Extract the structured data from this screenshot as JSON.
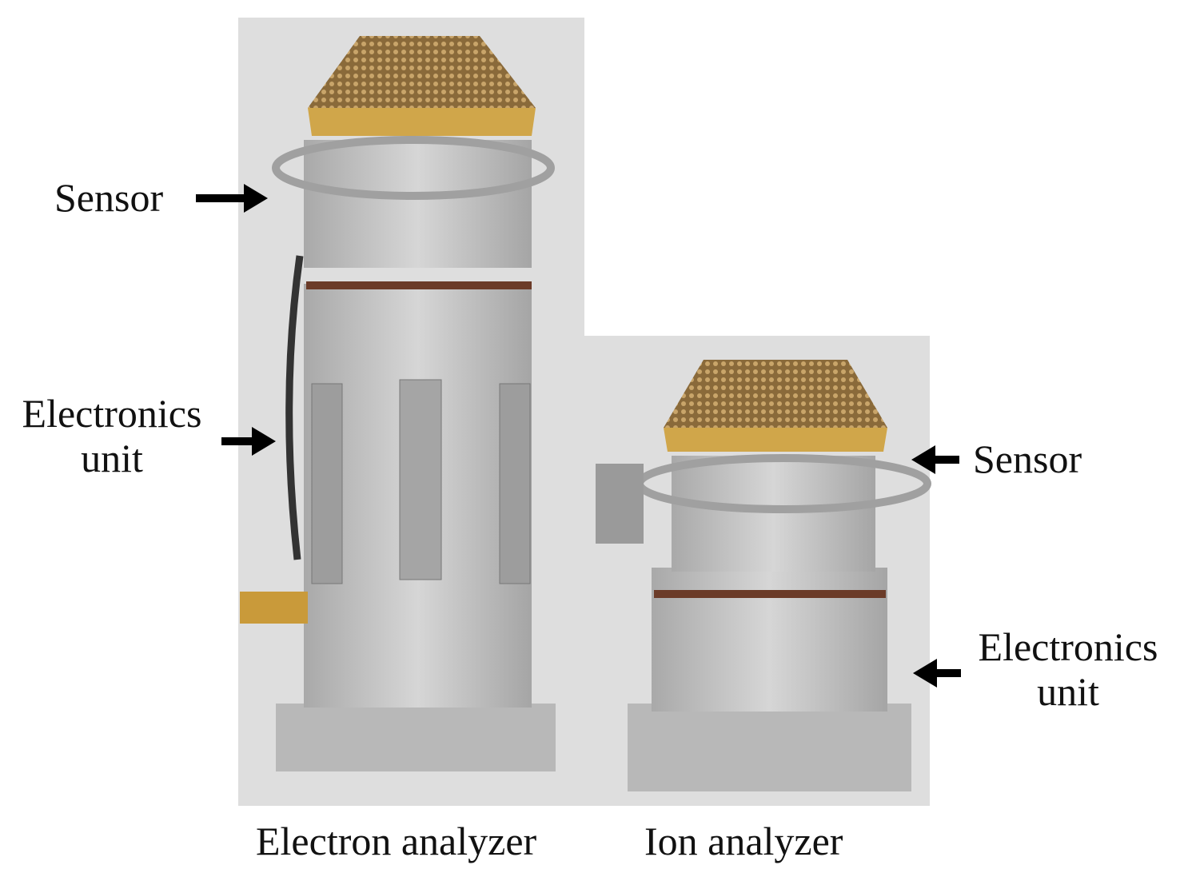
{
  "labels": {
    "sensor_left": "Sensor",
    "electronics_left_line1": "Electronics",
    "electronics_left_line2": "unit",
    "sensor_right": "Sensor",
    "electronics_right_line1": "Electronics",
    "electronics_right_line2": "unit"
  },
  "captions": {
    "electron": "Electron analyzer",
    "ion": "Ion analyzer"
  },
  "colors": {
    "background_photo": "#dcdcdc",
    "gold": "#c99a3a",
    "metal": "#bfbfbf",
    "arrow": "#000000"
  }
}
